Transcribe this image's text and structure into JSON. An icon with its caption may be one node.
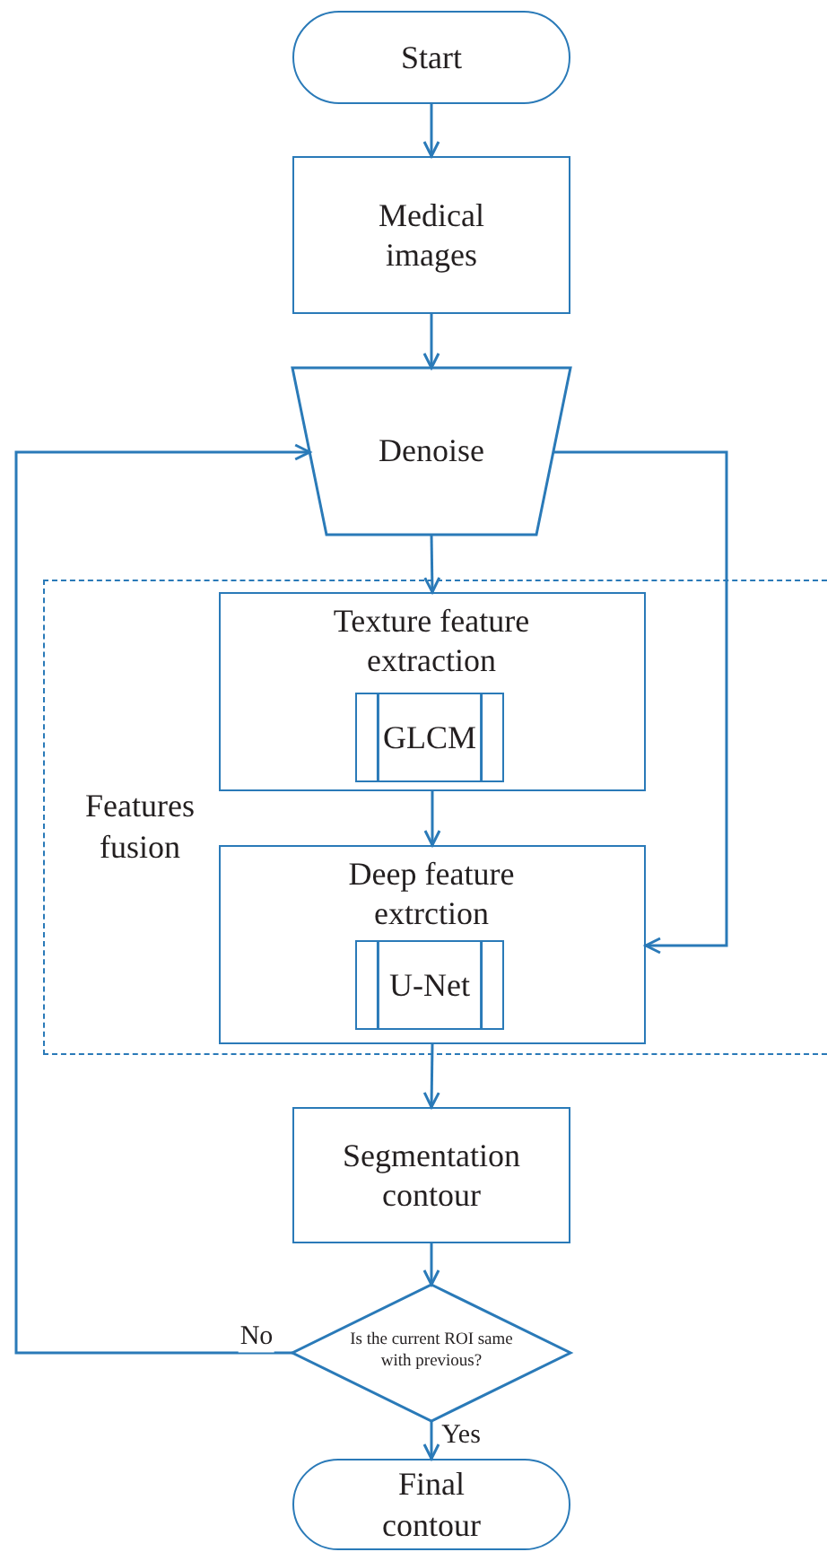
{
  "diagram": {
    "nodes": [
      {
        "text": [
          "Start"
        ]
      },
      {
        "text": [
          "Medical images"
        ]
      },
      {
        "text": [
          "Denoise"
        ]
      },
      {
        "text": [
          "Features fusion"
        ]
      },
      {
        "text": [
          "Texture feature extraction"
        ],
        "in": 3
      },
      {
        "text": [
          "GLCM"
        ],
        "in": 4
      },
      {
        "text": [
          "Deep feature extrction"
        ],
        "in": 3
      },
      {
        "text": [
          "U-Net"
        ],
        "in": 6
      },
      {
        "text": [
          "Segmentation contour"
        ]
      },
      {
        "text": [
          "Is the current ROI same with previous?"
        ]
      },
      {
        "text": [
          "Final contour"
        ]
      }
    ],
    "edges": [
      {
        "from": 0,
        "to": 1,
        "arrow": "to"
      },
      {
        "from": 1,
        "to": 2,
        "arrow": "to"
      },
      {
        "from": 2,
        "to": 4,
        "arrow": "to"
      },
      {
        "from": 4,
        "to": 6,
        "arrow": "to"
      },
      {
        "from": 2,
        "to": 6,
        "arrow": "to"
      },
      {
        "from": 6,
        "to": 8,
        "arrow": "to"
      },
      {
        "from": 8,
        "to": 9,
        "arrow": "to"
      },
      {
        "from": 9,
        "to": 2,
        "arrow": "to",
        "label": "No"
      },
      {
        "from": 9,
        "to": 10,
        "arrow": "to",
        "label": "Yes"
      }
    ]
  }
}
